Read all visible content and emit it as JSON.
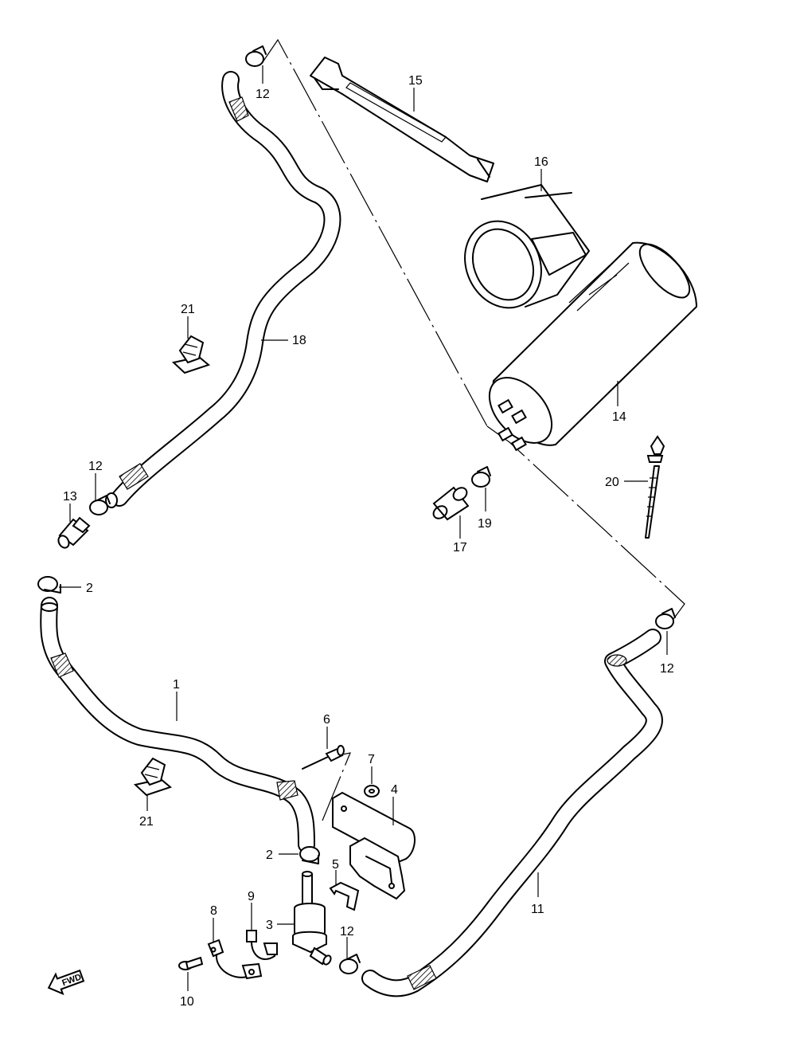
{
  "callouts": {
    "c1": "1",
    "c2a": "2",
    "c2b": "2",
    "c3": "3",
    "c4": "4",
    "c5": "5",
    "c6": "6",
    "c7": "7",
    "c8": "8",
    "c9": "9",
    "c10": "10",
    "c11": "11",
    "c12a": "12",
    "c12b": "12",
    "c12c": "12",
    "c12d": "12",
    "c13": "13",
    "c14": "14",
    "c15": "15",
    "c16": "16",
    "c17": "17",
    "c18": "18",
    "c19": "19",
    "c20": "20",
    "c21a": "21",
    "c21b": "21"
  },
  "fwd_label": "FWD",
  "icons": [
    "fwd-arrow-icon"
  ]
}
